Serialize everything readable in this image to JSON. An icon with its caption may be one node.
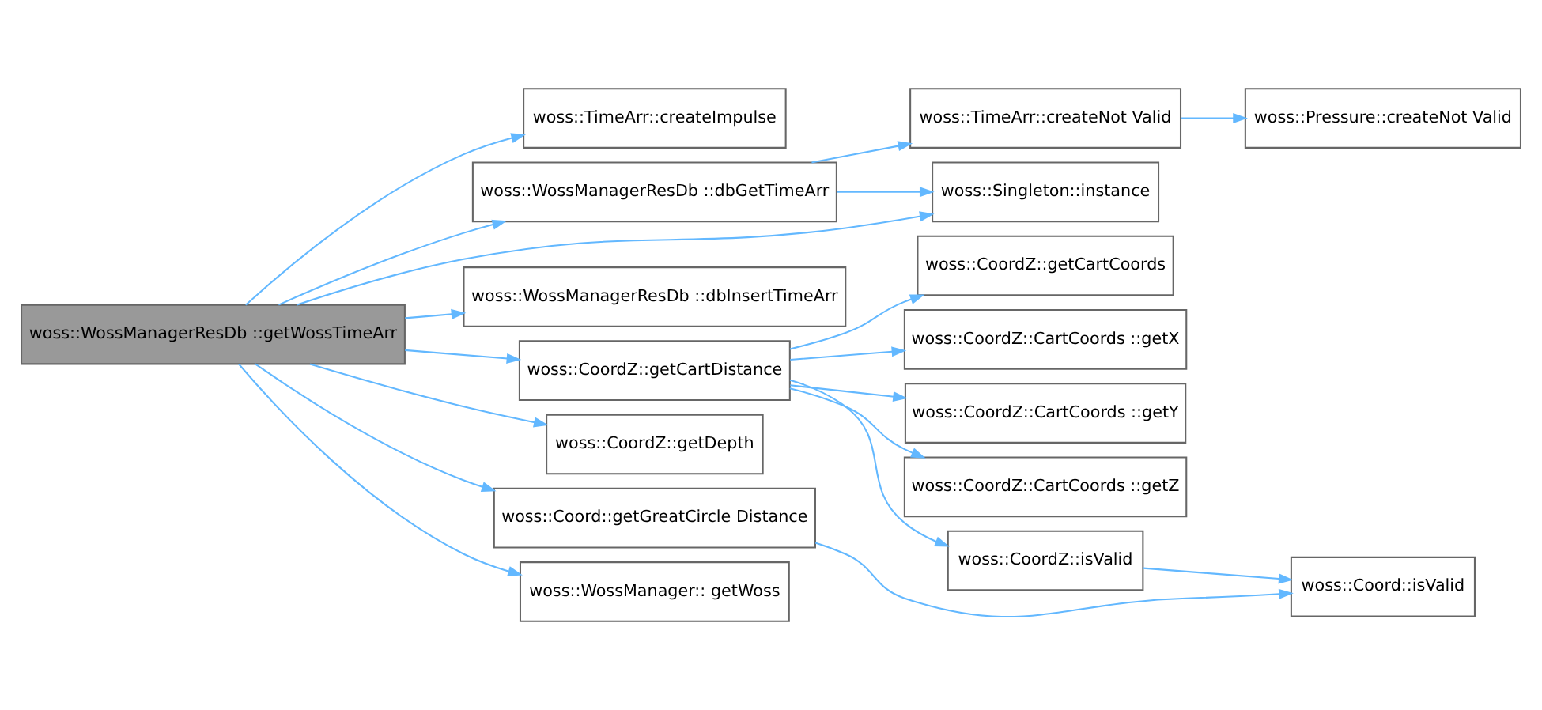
{
  "diagram": {
    "nodes": [
      {
        "text": [
          "woss::WossManagerResDb ::getWossTimeArr"
        ]
      },
      {
        "text": [
          "woss::TimeArr::createImpulse"
        ]
      },
      {
        "text": [
          "woss::WossManagerResDb ::dbGetTimeArr"
        ]
      },
      {
        "text": [
          "woss::TimeArr::createNot Valid"
        ]
      },
      {
        "text": [
          "woss::Pressure::createNot Valid"
        ]
      },
      {
        "text": [
          "woss::Singleton::instance"
        ]
      },
      {
        "text": [
          "woss::WossManagerResDb ::dbInsertTimeArr"
        ]
      },
      {
        "text": [
          "woss::CoordZ::getCartDistance"
        ]
      },
      {
        "text": [
          "woss::CoordZ::getCartCoords"
        ]
      },
      {
        "text": [
          "woss::CoordZ::CartCoords ::getX"
        ]
      },
      {
        "text": [
          "woss::CoordZ::CartCoords ::getY"
        ]
      },
      {
        "text": [
          "woss::CoordZ::CartCoords ::getZ"
        ]
      },
      {
        "text": [
          "woss::CoordZ::getDepth"
        ]
      },
      {
        "text": [
          "woss::Coord::getGreatCircle Distance"
        ]
      },
      {
        "text": [
          "woss::CoordZ::isValid"
        ]
      },
      {
        "text": [
          "woss::Coord::isValid"
        ]
      },
      {
        "text": [
          "woss::WossManager:: getWoss"
        ]
      }
    ],
    "edges": [
      {
        "from": 0,
        "to": 1,
        "arrow": "to"
      },
      {
        "from": 0,
        "to": 2,
        "arrow": "to"
      },
      {
        "from": 0,
        "to": 5,
        "arrow": "to"
      },
      {
        "from": 0,
        "to": 6,
        "arrow": "to"
      },
      {
        "from": 0,
        "to": 7,
        "arrow": "to"
      },
      {
        "from": 0,
        "to": 12,
        "arrow": "to"
      },
      {
        "from": 0,
        "to": 13,
        "arrow": "to"
      },
      {
        "from": 0,
        "to": 16,
        "arrow": "to"
      },
      {
        "from": 2,
        "to": 3,
        "arrow": "to"
      },
      {
        "from": 2,
        "to": 5,
        "arrow": "to"
      },
      {
        "from": 3,
        "to": 4,
        "arrow": "to"
      },
      {
        "from": 7,
        "to": 8,
        "arrow": "to"
      },
      {
        "from": 7,
        "to": 9,
        "arrow": "to"
      },
      {
        "from": 7,
        "to": 10,
        "arrow": "to"
      },
      {
        "from": 7,
        "to": 11,
        "arrow": "to"
      },
      {
        "from": 7,
        "to": 14,
        "arrow": "to"
      },
      {
        "from": 13,
        "to": 15,
        "arrow": "to"
      },
      {
        "from": 14,
        "to": 15,
        "arrow": "to"
      }
    ]
  }
}
